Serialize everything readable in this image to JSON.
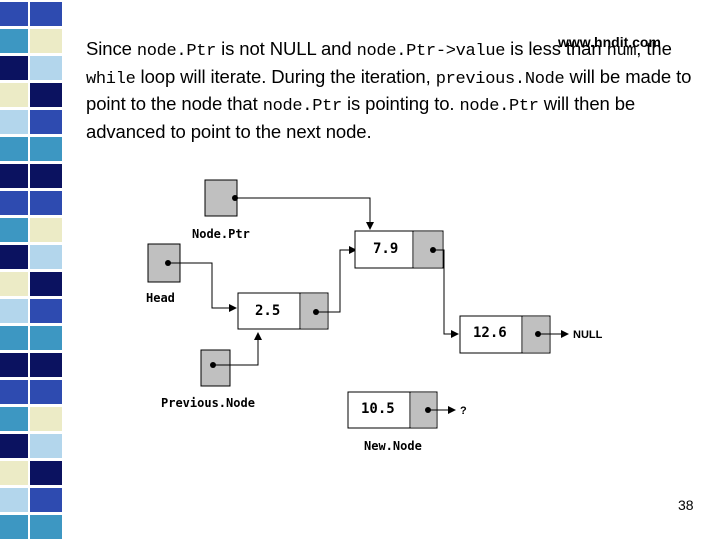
{
  "watermark": "www.hndit.com",
  "paragraph": {
    "p1": "Since ",
    "c1": "node.Ptr",
    "p2": " is not NULL and ",
    "c2": "node.Ptr->value",
    "p3": " is less than ",
    "c3": "num",
    "p4": ", the ",
    "c4": "while",
    "p5": " loop will iterate. During the iteration, ",
    "c5": "previous.Node",
    "p6": " will be made to point to the node that ",
    "c6": "node.Ptr",
    "p7": " is pointing to. ",
    "c7": "node.Ptr",
    "p8": " will then be advanced to point to the next node."
  },
  "diagram": {
    "labels": {
      "nodeptr": "Node.Ptr",
      "head": "Head",
      "previousnode": "Previous.Node",
      "newnode": "New.Node"
    },
    "values": {
      "node1": "2.5",
      "node2": "7.9",
      "node3": "12.6",
      "newnode": "10.5"
    },
    "null_label": "NULL",
    "question": "?"
  },
  "page_number": "38",
  "colors": {
    "stripe_blue": "#2e4bb0",
    "stripe_navy": "#0b1260",
    "stripe_teal": "#3d97c2",
    "stripe_light": "#b3d6ec",
    "stripe_cream": "#ecebc6",
    "pointer_gray": "#c0c0c0"
  }
}
